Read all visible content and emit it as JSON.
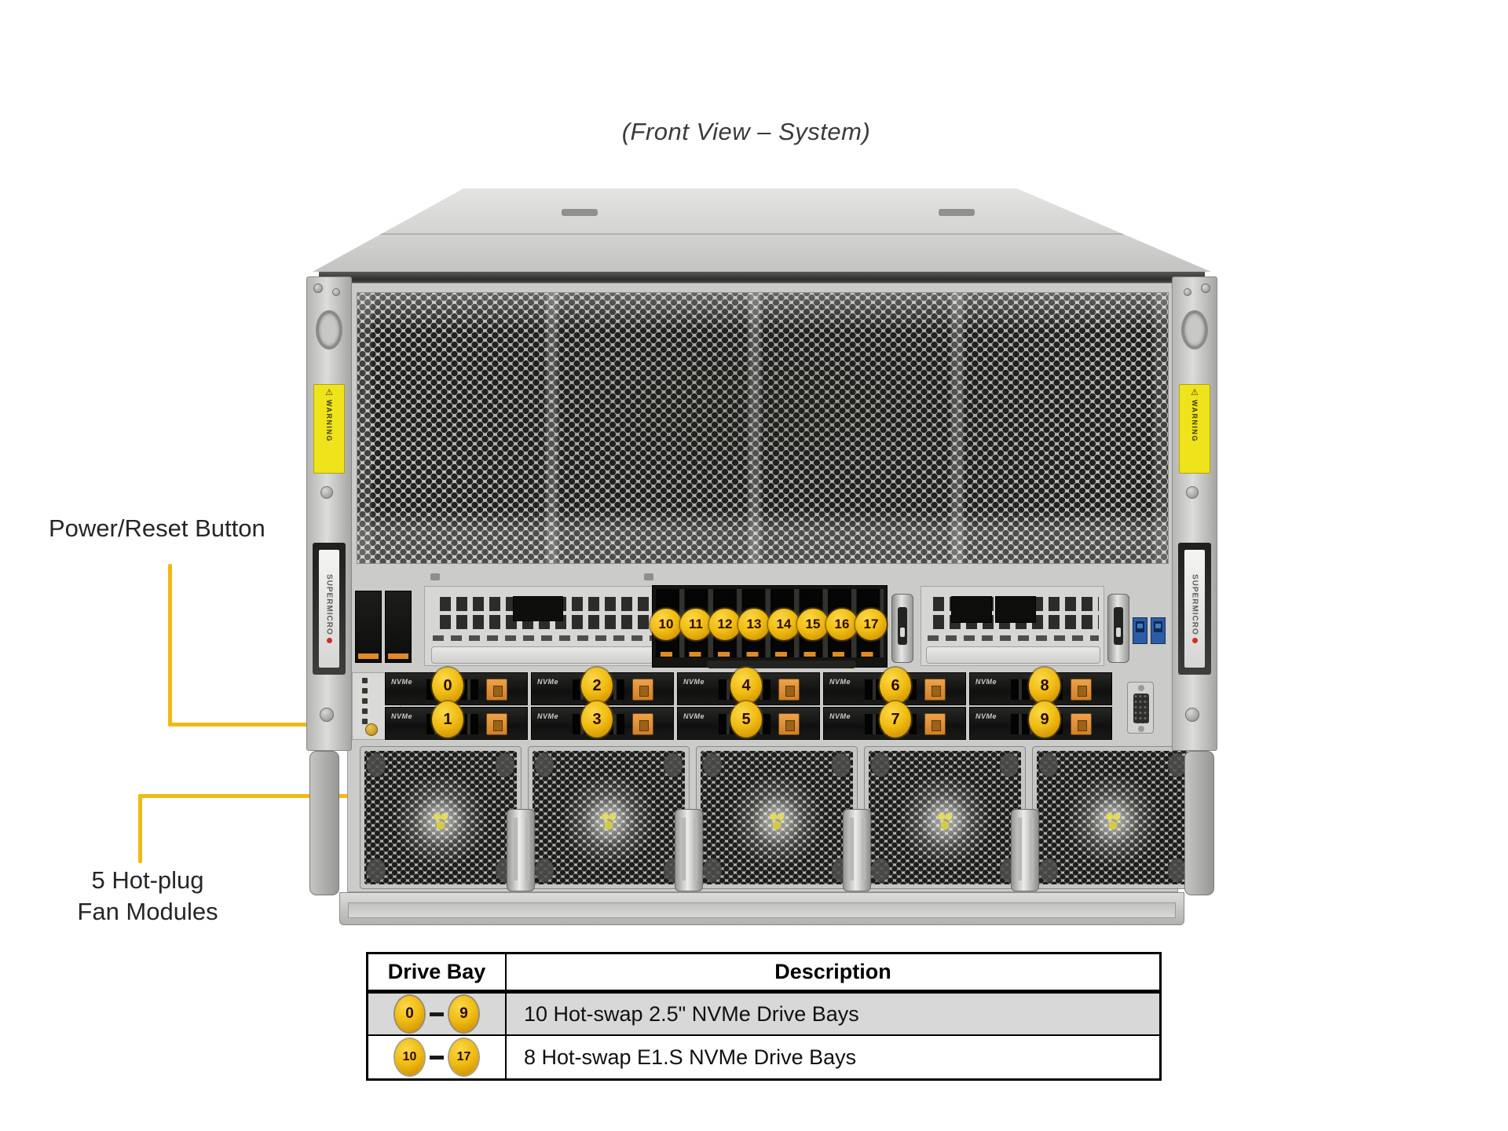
{
  "title": "(Front View – System)",
  "callouts": {
    "power_reset_label": "Power/Reset Button",
    "fan_modules_label_line1": "5 Hot-plug",
    "fan_modules_label_line2": "Fan Modules"
  },
  "chassis": {
    "brand_left": "SUPERMICRO",
    "brand_right": "SUPERMICRO",
    "warning_left": "WARNING",
    "warning_right": "WARNING",
    "warning_icon": "⚠",
    "nvme_label": "NVMe",
    "e1s_badges": [
      "10",
      "11",
      "12",
      "13",
      "14",
      "15",
      "16",
      "17"
    ],
    "drive_badges_top": [
      "0",
      "2",
      "4",
      "6",
      "8"
    ],
    "drive_badges_bottom": [
      "1",
      "3",
      "5",
      "7",
      "9"
    ]
  },
  "colors": {
    "callout_yellow": "#F2B915",
    "badge_gold": "#F0BD12",
    "warning_label_yellow": "#EFE31C",
    "table_row_gray": "#D8D8D8",
    "brand_red_dot": "#D42B1E"
  },
  "table": {
    "headers": [
      "Drive Bay",
      "Description"
    ],
    "rows": [
      {
        "badge_from": "0",
        "badge_to": "9",
        "description": "10 Hot-swap 2.5\" NVMe Drive Bays"
      },
      {
        "badge_from": "10",
        "badge_to": "17",
        "description": "8 Hot-swap E1.S NVMe Drive Bays"
      }
    ]
  }
}
